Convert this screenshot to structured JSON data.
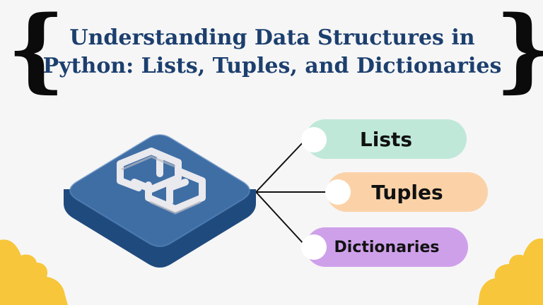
{
  "title": {
    "line1": "Understanding Data Structures in",
    "line2": "Python: Lists, Tuples, and Dictionaries"
  },
  "braces": {
    "open": "{",
    "close": "}"
  },
  "branches": [
    {
      "label": "Lists",
      "color": "#bfe8d8"
    },
    {
      "label": "Tuples",
      "color": "#fbd2a8"
    },
    {
      "label": "Dictionaries",
      "color": "#cfa0ea"
    }
  ],
  "colors": {
    "title": "#1c3f6e",
    "tile_top": "#3f6ea5",
    "tile_side": "#1f4a7e",
    "accent_corners": "#f7c63a",
    "background": "#f6f6f6"
  },
  "icons": {
    "center_tile": "python-logo-tile-icon"
  }
}
